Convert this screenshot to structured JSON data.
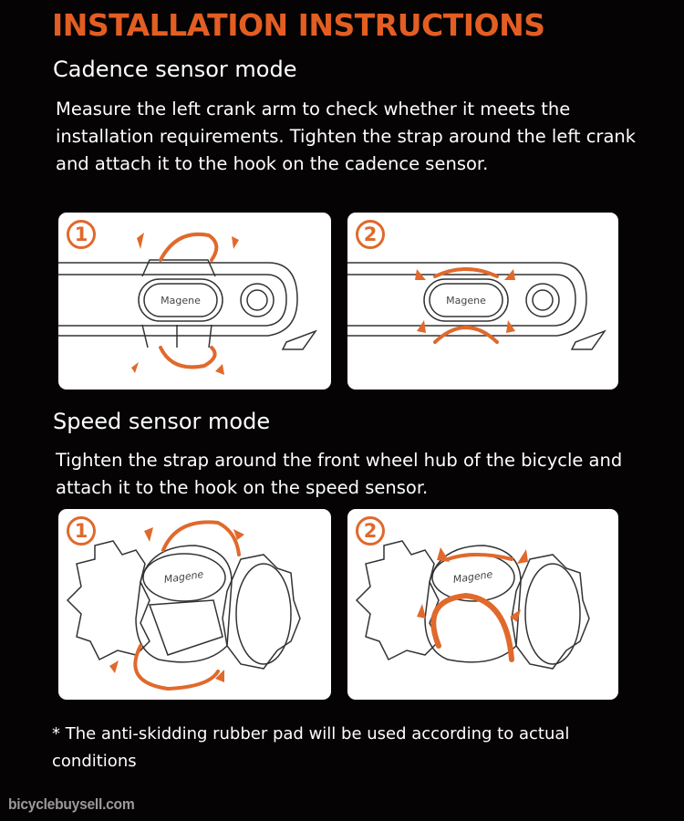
{
  "title": "INSTALLATION INSTRUCTIONS",
  "sections": [
    {
      "heading": "Cadence sensor mode",
      "description": "Measure the left crank arm to check whether it meets the installation requirements. Tighten the strap around the left crank and attach it to the hook on the cadence sensor.",
      "steps": [
        {
          "number": "①",
          "label": "1",
          "brand": "Magene",
          "illustration": "crank-strap-open"
        },
        {
          "number": "②",
          "label": "2",
          "brand": "Magene",
          "illustration": "crank-strap-closed"
        }
      ]
    },
    {
      "heading": "Speed sensor mode",
      "description": "Tighten the strap around the front wheel hub of the bicycle and attach it to the hook on the speed sensor.",
      "steps": [
        {
          "number": "①",
          "label": "1",
          "brand": "Magene",
          "illustration": "hub-strap-open"
        },
        {
          "number": "②",
          "label": "2",
          "brand": "Magene",
          "illustration": "hub-strap-closed"
        }
      ]
    }
  ],
  "footnote": "* The anti-skidding rubber pad will be used according to actual conditions",
  "watermark": "bicyclebuysell.com",
  "colors": {
    "accent": "#e35e22",
    "arrow": "#e0692c",
    "background": "#050303",
    "card": "#ffffff",
    "line": "#333333"
  }
}
